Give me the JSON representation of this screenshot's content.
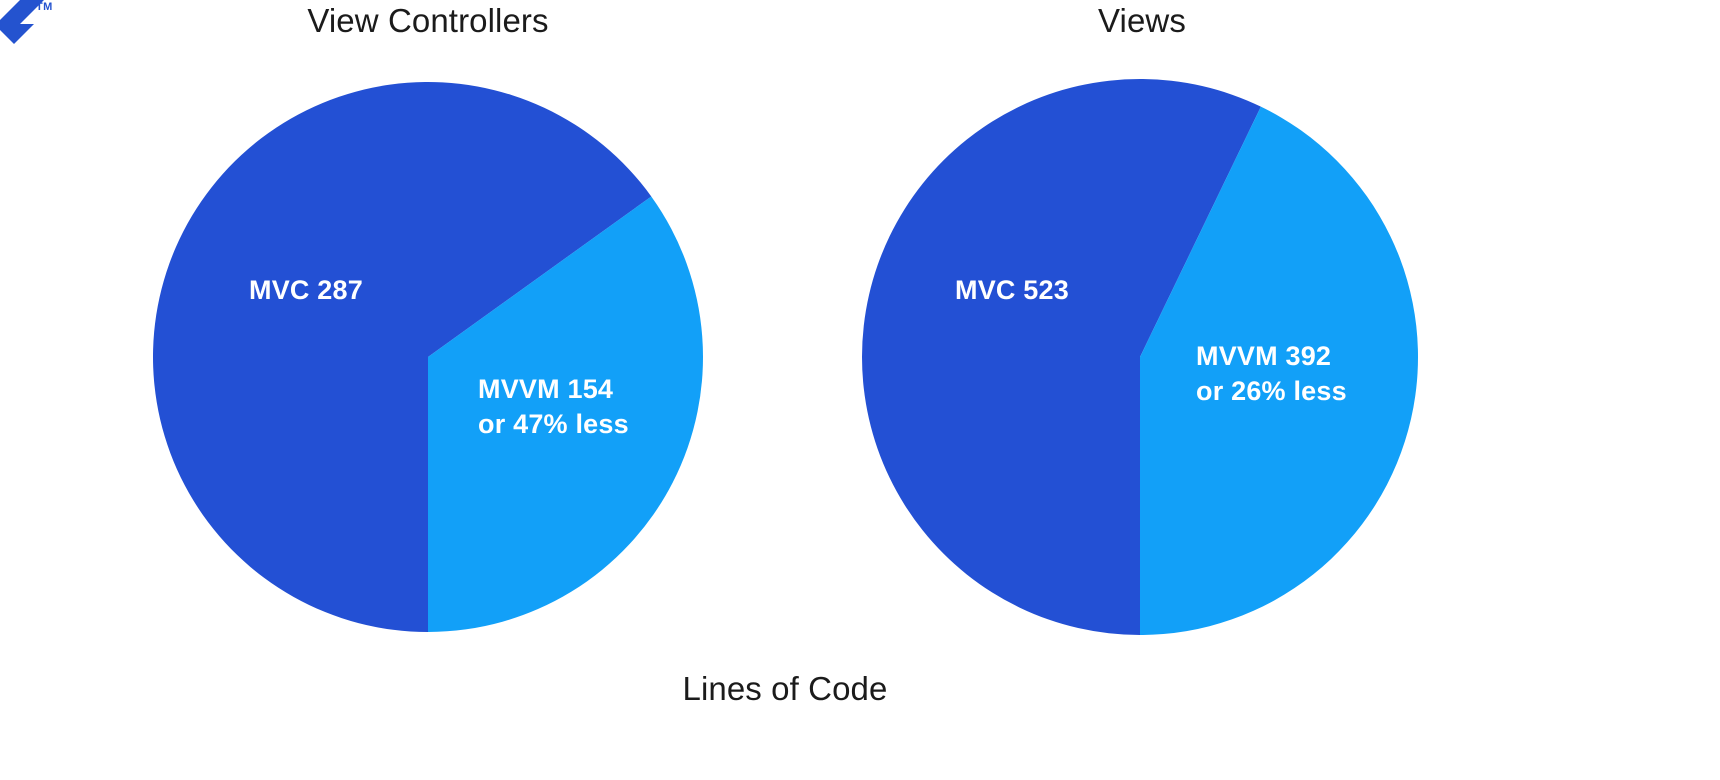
{
  "brand": {
    "logo_icon": "z-chevron-logo-icon",
    "trademark": "TM",
    "logo_color": "#2453cf"
  },
  "caption": "Lines of Code",
  "palette": {
    "mvc_color": "#2350d4",
    "mvvm_color": "#12a0f8",
    "label_text_color": "#ffffff",
    "title_text_color": "#1b1b1b",
    "background": "#ffffff"
  },
  "charts": [
    {
      "id": "view-controllers",
      "title": "View Controllers",
      "mvc_label": "MVC 287",
      "mvvm_label": "MVVM 154",
      "mvvm_sub_label": "or 47% less"
    },
    {
      "id": "views",
      "title": "Views",
      "mvc_label": "MVC 523",
      "mvvm_label": "MVVM 392",
      "mvvm_sub_label": "or 26% less"
    }
  ],
  "chart_data": [
    {
      "type": "pie",
      "title": "View Controllers",
      "xlabel": "",
      "ylabel": "Lines of Code",
      "categories": [
        "MVC",
        "MVVM"
      ],
      "values": [
        287,
        154
      ],
      "total": 441,
      "percentages": [
        65.1,
        34.9
      ],
      "slice_angles_deg": [
        215,
        145
      ],
      "start_angle_deg": 180,
      "direction": "clockwise",
      "colors": [
        "#2350d4",
        "#12a0f8"
      ],
      "data_labels": [
        "MVC 287",
        "MVVM 154 or 47% less"
      ],
      "annotations": [
        "or 47% less"
      ],
      "legend": "none",
      "grid": false
    },
    {
      "type": "pie",
      "title": "Views",
      "xlabel": "",
      "ylabel": "Lines of Code",
      "categories": [
        "MVC",
        "MVVM"
      ],
      "values": [
        523,
        392
      ],
      "total": 915,
      "percentages": [
        57.2,
        42.8
      ],
      "slice_angles_deg": [
        206,
        154
      ],
      "start_angle_deg": 180,
      "direction": "clockwise",
      "colors": [
        "#2350d4",
        "#12a0f8"
      ],
      "data_labels": [
        "MVC 523",
        "MVVM 392 or 26% less"
      ],
      "annotations": [
        "or 26% less"
      ],
      "legend": "none",
      "grid": false
    }
  ]
}
